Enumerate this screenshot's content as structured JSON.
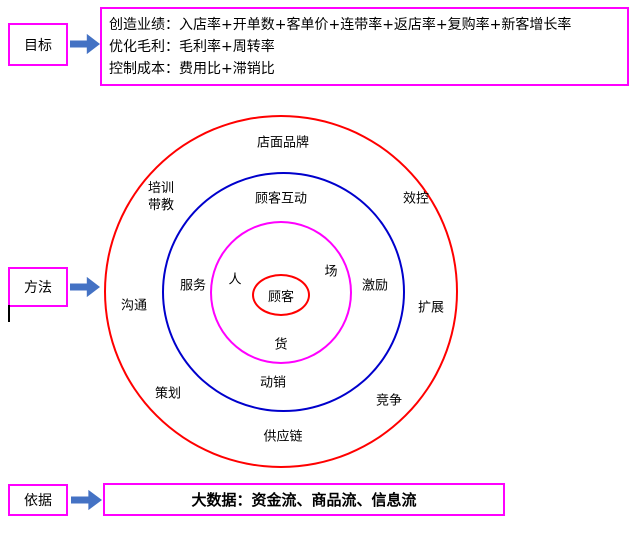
{
  "goal": {
    "label": "目标",
    "lines": [
      "创造业绩：入店率+开单数+客单价+连带率+返店率+复购率+新客增长率",
      "优化毛利：毛利率+周转率",
      "控制成本：费用比+滞销比"
    ]
  },
  "method": {
    "label": "方法",
    "center": "顾客",
    "inner_ring": {
      "left": "人",
      "right": "场",
      "bottom": "货"
    },
    "middle_ring": {
      "top": "顾客互动",
      "left": "服务",
      "right": "激励",
      "bottom": "动销"
    },
    "outer_ring": {
      "top": "店面品牌",
      "top_left": "培训\n带教",
      "top_right": "效控",
      "left": "沟通",
      "right": "扩展",
      "bottom_left": "策划",
      "bottom_right": "竞争",
      "bottom": "供应链"
    }
  },
  "basis": {
    "label": "依据",
    "text": "大数据：资金流、商品流、信息流"
  },
  "colors": {
    "box-border": "#ff00ff",
    "arrow": "#4472c4",
    "ring-outer": "#ff0000",
    "ring-middle": "#0000cc",
    "ring-inner": "#ff00ff",
    "center-ellipse": "#ff0000",
    "text": "#000000"
  }
}
